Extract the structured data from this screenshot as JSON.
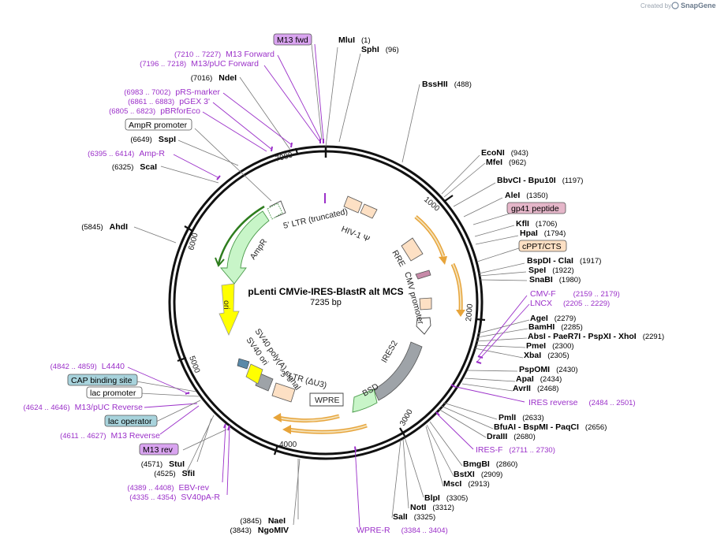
{
  "credit": {
    "prefix": "Created by",
    "brand": "SnapGene"
  },
  "plasmid": {
    "name": "pLenti CMVie-IRES-BlastR alt MCS",
    "length_label": "7235 bp"
  },
  "ticks": [
    "1000",
    "2000",
    "3000",
    "4000",
    "5000",
    "6000",
    "7000"
  ],
  "enzymes_right": [
    {
      "name": "MluI",
      "pos": "(1)"
    },
    {
      "name": "SphI",
      "pos": "(96)"
    },
    {
      "name": "BssHII",
      "pos": "(488)"
    },
    {
      "name": "EcoNI",
      "pos": "(943)"
    },
    {
      "name": "MfeI",
      "pos": "(962)"
    },
    {
      "name": "BbvCI   - Bpu10I",
      "pos": "(1197)"
    },
    {
      "name": "AleI",
      "pos": "(1350)"
    },
    {
      "name": "KflI",
      "pos": "(1706)"
    },
    {
      "name": "HpaI",
      "pos": "(1794)"
    },
    {
      "name": "BspDI   - ClaI",
      "pos": "(1917)"
    },
    {
      "name": "SpeI",
      "pos": "(1922)"
    },
    {
      "name": "SnaBI",
      "pos": "(1980)"
    },
    {
      "name": "AgeI",
      "pos": "(2279)"
    },
    {
      "name": "BamHI",
      "pos": "(2285)"
    },
    {
      "name": "AbsI   - PaeR7I   - PspXI   - XhoI",
      "pos": "(2291)"
    },
    {
      "name": "PmeI",
      "pos": "(2300)"
    },
    {
      "name": "XbaI",
      "pos": "(2305)"
    },
    {
      "name": "PspOMI",
      "pos": "(2430)"
    },
    {
      "name": "ApaI",
      "pos": "(2434)"
    },
    {
      "name": "AvrII",
      "pos": "(2468)"
    },
    {
      "name": "PmlI",
      "pos": "(2633)"
    },
    {
      "name": "BfuAI   - BspMI   - PaqCI",
      "pos": "(2656)"
    },
    {
      "name": "DraIII",
      "pos": "(2680)"
    },
    {
      "name": "BmgBI",
      "pos": "(2860)"
    },
    {
      "name": "BstXI",
      "pos": "(2909)"
    },
    {
      "name": "MscI",
      "pos": "(2913)"
    },
    {
      "name": "BlpI",
      "pos": "(3305)"
    },
    {
      "name": "NotI",
      "pos": "(3312)"
    },
    {
      "name": "SalI",
      "pos": "(3325)"
    }
  ],
  "enzymes_left": [
    {
      "name": "NdeI",
      "pos": "(7016)"
    },
    {
      "name": "SspI",
      "pos": "(6649)"
    },
    {
      "name": "ScaI",
      "pos": "(6325)"
    },
    {
      "name": "AhdI",
      "pos": "(5845)"
    },
    {
      "name": "StuI",
      "pos": "(4571)"
    },
    {
      "name": "SfiI",
      "pos": "(4525)"
    },
    {
      "name": "NaeI",
      "pos": "(3845)"
    },
    {
      "name": "NgoMIV",
      "pos": "(3843)"
    }
  ],
  "primers": [
    {
      "name": "M13 Forward",
      "pos": "(7210 .. 7227)"
    },
    {
      "name": "M13/pUC Forward",
      "pos": "(7196 .. 7218)"
    },
    {
      "name": "pRS-marker",
      "pos": "(6983 .. 7002)"
    },
    {
      "name": "pGEX 3'",
      "pos": "(6861 .. 6883)"
    },
    {
      "name": "pBRforEco",
      "pos": "(6805 .. 6823)"
    },
    {
      "name": "Amp-R",
      "pos": "(6395 .. 6414)"
    },
    {
      "name": "CMV-F",
      "pos": "(2159 .. 2179)"
    },
    {
      "name": "LNCX",
      "pos": "(2205 .. 2229)"
    },
    {
      "name": "IRES reverse",
      "pos": "(2484 .. 2501)"
    },
    {
      "name": "IRES-F",
      "pos": "(2711 .. 2730)"
    },
    {
      "name": "WPRE-R",
      "pos": "(3384 .. 3404)"
    },
    {
      "name": "L4440",
      "pos": "(4842 .. 4859)"
    },
    {
      "name": "M13/pUC Reverse",
      "pos": "(4624 .. 4646)"
    },
    {
      "name": "M13 Reverse",
      "pos": "(4611 .. 4627)"
    },
    {
      "name": "EBV-rev",
      "pos": "(4389 .. 4408)"
    },
    {
      "name": "SV40pA-R",
      "pos": "(4335 .. 4354)"
    }
  ],
  "boxed_labels": [
    {
      "name": "M13 fwd",
      "color": "#d9a4f0"
    },
    {
      "name": "AmpR promoter",
      "color": "#ffffff"
    },
    {
      "name": "gp41 peptide",
      "color": "#e5b6c9"
    },
    {
      "name": "cPPT/CTS",
      "color": "#fde0c4"
    },
    {
      "name": "CAP binding site",
      "color": "#a8d3dc"
    },
    {
      "name": "lac promoter",
      "color": "#ffffff"
    },
    {
      "name": "lac operator",
      "color": "#a8d3dc"
    },
    {
      "name": "M13 rev",
      "color": "#d9a4f0"
    }
  ],
  "features": {
    "ltr5": "5' LTR (truncated)",
    "hiv": "HIV-1 Ψ",
    "rre": "RRE",
    "cmv": "CMV promoter",
    "ires": "IRES2",
    "bsd": "BSD",
    "wpre": "WPRE",
    "ltr3": "3' LTR (ΔU3)",
    "sv40pa": "SV40 poly(A) signal",
    "sv40ori": "SV40 ori",
    "ori": "ori",
    "ampr": "AmpR"
  }
}
